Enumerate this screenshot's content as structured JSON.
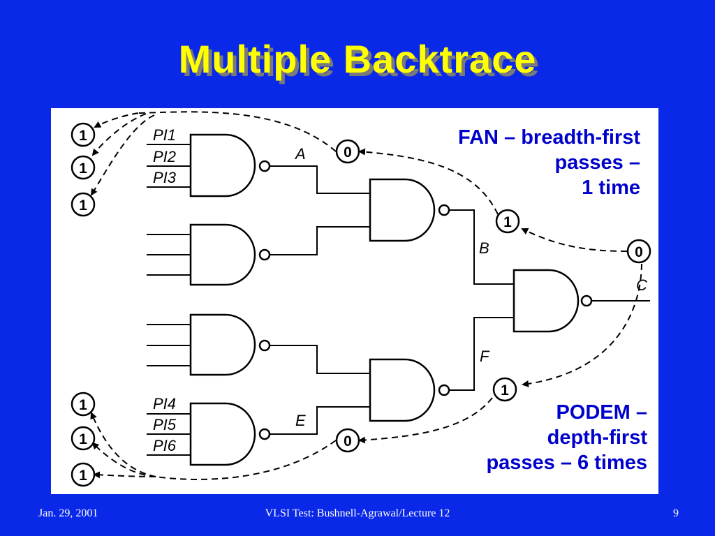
{
  "slide": {
    "title": "Multiple  Backtrace",
    "background_color": "#0a28e8",
    "title_color": "#ffff00"
  },
  "diagram": {
    "gate_labels": {
      "pi1": "PI1",
      "pi2": "PI2",
      "pi3": "PI3",
      "pi4": "PI4",
      "pi5": "PI5",
      "pi6": "PI6"
    },
    "signal_labels": {
      "a": "A",
      "b": "B",
      "c": "C",
      "e": "E",
      "f": "F"
    },
    "values": {
      "pi_top_1": "1",
      "pi_top_2": "1",
      "pi_top_3": "1",
      "a": "0",
      "b": "1",
      "c": "0",
      "f": "1",
      "e": "0",
      "pi_bottom_1": "1",
      "pi_bottom_2": "1",
      "pi_bottom_3": "1"
    },
    "fan_note": [
      "FAN – breadth-first",
      "passes –",
      "1 time"
    ],
    "podem_note": [
      "PODEM –",
      "depth-first",
      "passes – 6 times"
    ],
    "note_color": "#0000cc"
  },
  "footer": {
    "date": "Jan. 29, 2001",
    "center": "VLSI Test: Bushnell-Agrawal/Lecture 12",
    "page": "9"
  }
}
